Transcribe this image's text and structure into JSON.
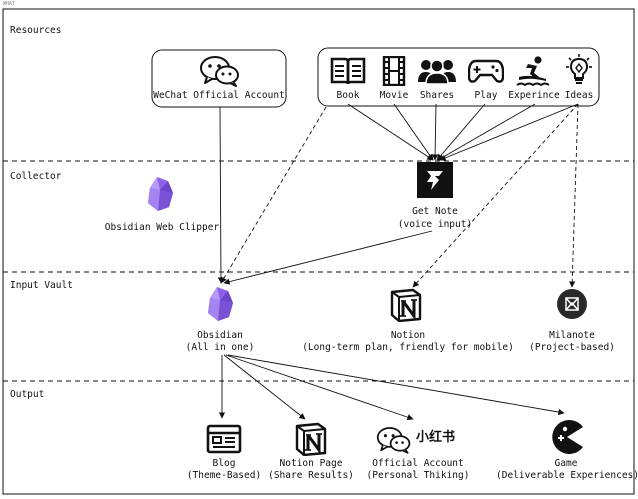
{
  "canvas_label": "WHAT",
  "sections": {
    "resources": "Resources",
    "collector": "Collector",
    "input_vault": "Input Vault",
    "output": "Output"
  },
  "resources": {
    "wechat": "WeChat Official Account",
    "book": "Book",
    "movie": "Movie",
    "shares": "Shares",
    "play": "Play",
    "experience": "Experince",
    "ideas": "Ideas"
  },
  "collector": {
    "clipper": "Obsidian Web Clipper",
    "getnote_title": "Get Note",
    "getnote_sub": "(voice input)"
  },
  "vault": {
    "obsidian_title": "Obsidian",
    "obsidian_sub": "(All in one)",
    "notion_title": "Notion",
    "notion_sub": "(Long-term plan, friendly for mobile)",
    "milanote_title": "Milanote",
    "milanote_sub": "(Project-based)"
  },
  "output": {
    "blog_title": "Blog",
    "blog_sub": "(Theme-Based)",
    "notion_page_title": "Notion Page",
    "notion_page_sub": "(Share Results)",
    "official_title": "Official Account",
    "official_sub": "(Personal Thiking)",
    "xhs_logo": "小红书",
    "game_title": "Game",
    "game_sub": "(Deliverable Experiences)"
  },
  "icons": [
    "wechat-icon",
    "book-icon",
    "movie-icon",
    "shares-icon",
    "play-icon",
    "experience-icon",
    "ideas-icon",
    "obsidian-icon",
    "getnote-icon",
    "notion-icon",
    "milanote-icon",
    "blog-icon",
    "game-icon"
  ]
}
